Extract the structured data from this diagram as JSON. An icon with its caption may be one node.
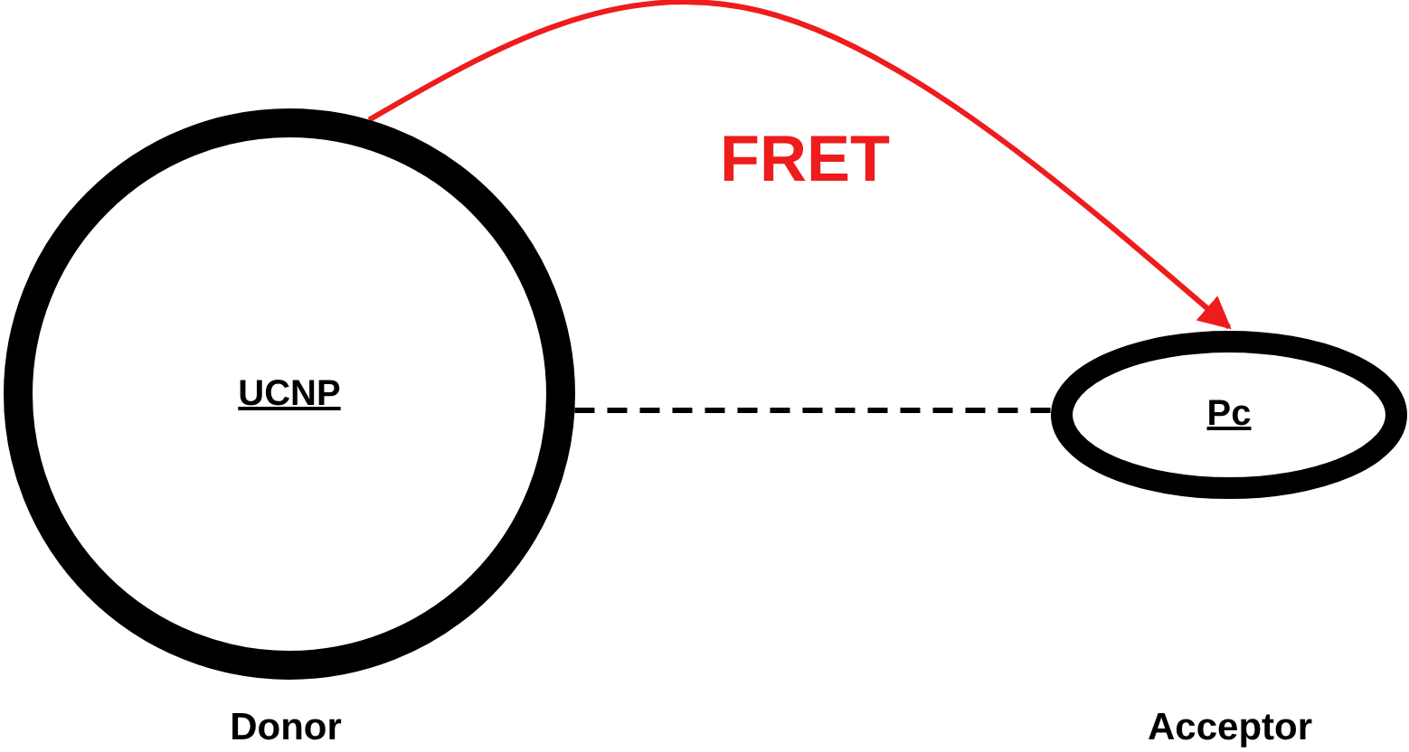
{
  "diagram": {
    "nodes": [
      {
        "text": [
          "UCNP"
        ]
      },
      {
        "text": [
          "Pc"
        ]
      }
    ],
    "labels": [
      "Donor",
      "Acceptor"
    ],
    "edges": [
      {
        "from": 0,
        "to": 1,
        "arrow": "none",
        "style": "dashed"
      },
      {
        "from": 0,
        "to": 1,
        "arrow": "to",
        "label": "FRET",
        "color": "#ee1c1c"
      }
    ]
  }
}
